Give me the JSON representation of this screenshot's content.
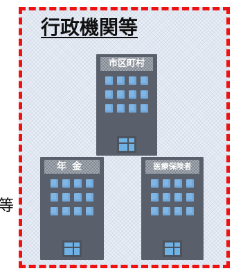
{
  "title": "行政機関等",
  "side_text": "等",
  "buildings": [
    {
      "label": "市区町村"
    },
    {
      "label": "年金"
    },
    {
      "label": "医療保険者"
    }
  ],
  "colors": {
    "frame": "#ee1111",
    "building": "#59606b",
    "window": "#7fb6e6"
  }
}
